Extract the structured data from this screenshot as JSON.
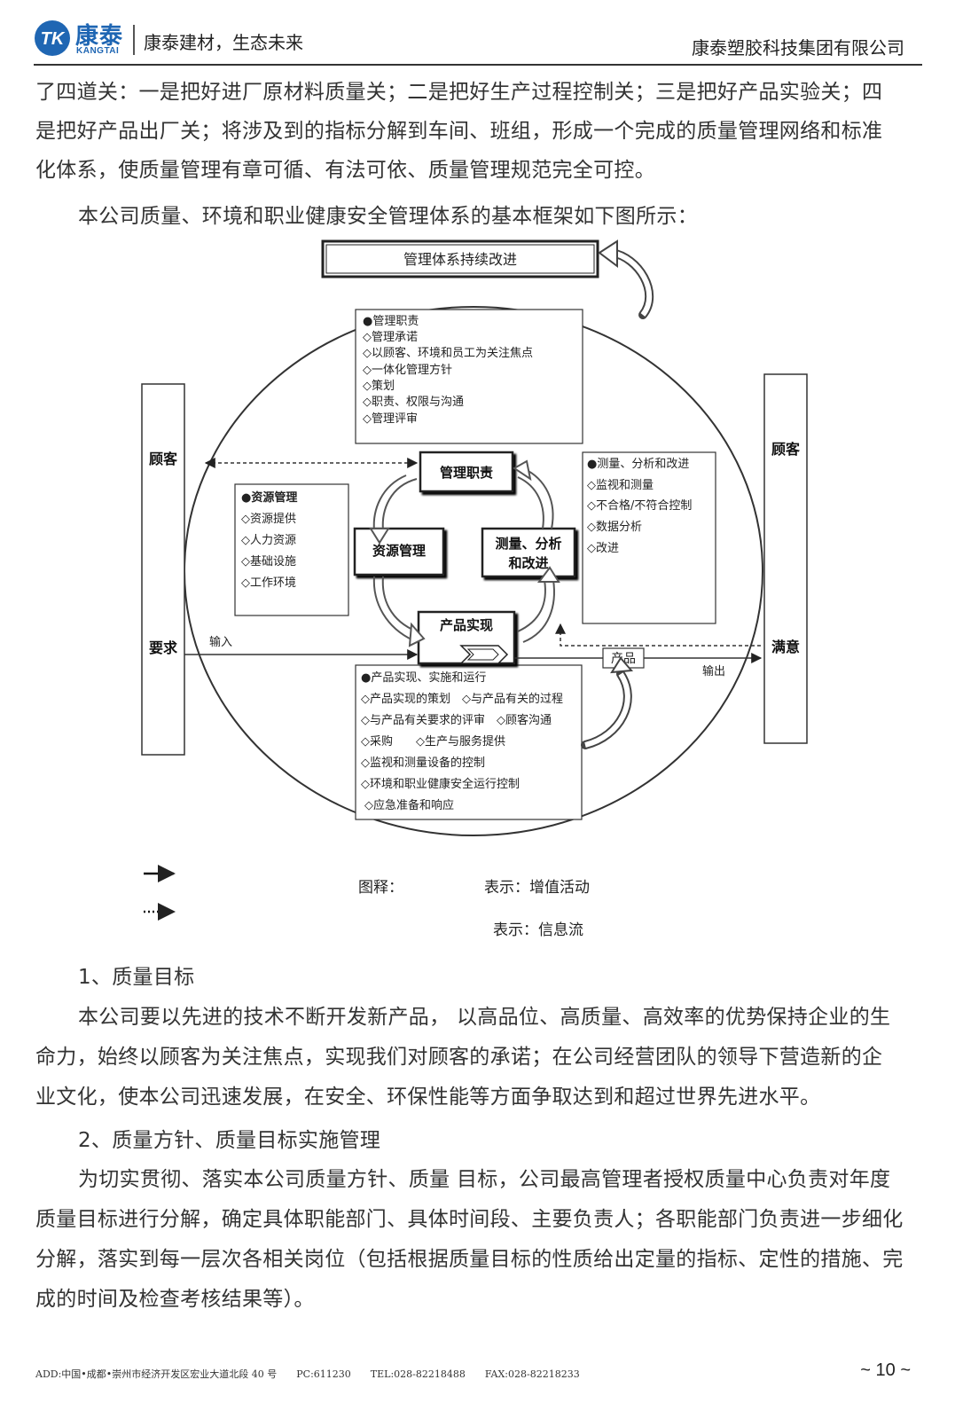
{
  "header": {
    "brand_cn": "康泰",
    "brand_en": "KANGTAI",
    "slogan": "康泰建材，生态未来",
    "company": "康泰塑胶科技集团有限公司"
  },
  "intro": {
    "line1": "了四道关：一是把好进厂原材料质量关；二是把好生产过程控制关；三是把好产品实验关；四",
    "line2": "是把好产品出厂关；将涉及到的指标分解到车间、班组，形成一个完成的质量管理网络和标准",
    "line3": "化体系，使质量管理有章可循、有法可依、质量管理规范完全可控。",
    "line4": "本公司质量、环境和职业健康安全管理体系的基本框架如下图所示："
  },
  "diagram": {
    "top_box": "管理体系持续改进",
    "left_customer": "顾客",
    "left_requirement": "要求",
    "right_customer": "顾客",
    "right_satisfaction": "满意",
    "input_label": "输入",
    "output_label": "输出",
    "product_label": "产品",
    "node_mgmt": "管理职责",
    "node_resource": "资源管理",
    "node_measure_1": "测量、分析",
    "node_measure_2": "和改进",
    "node_product": "产品实现",
    "mgmt_list": [
      "●管理职责",
      "◇管理承诺",
      "◇以顾客、环境和员工为关注焦点",
      "◇一体化管理方针",
      "◇策划",
      "◇职责、权限与沟通",
      "◇管理评审"
    ],
    "resource_list": [
      "●资源管理",
      "◇资源提供",
      "◇人力资源",
      "◇基础设施",
      "◇工作环境"
    ],
    "measure_list": [
      "●测量、分析和改进",
      "◇监视和测量",
      "◇不合格/不符合控制",
      "◇数据分析",
      "◇改进"
    ],
    "product_list": [
      "●产品实现、实施和运行",
      "◇产品实现的策划　◇与产品有关的过程",
      "◇与产品有关要求的评审　◇顾客沟通",
      "◇采购　　◇生产与服务提供",
      "◇监视和测量设备的控制",
      "◇环境和职业健康安全运行控制",
      "◇应急准备和响应"
    ]
  },
  "legend": {
    "title": "图释：",
    "solid": "表示：增值活动",
    "dotted": "表示：信息流"
  },
  "sections": {
    "h1": "1、质量目标",
    "p1_line1": "本公司要以先进的技术不断开发新产品， 以高品位、高质量、高效率的优势保持企业的生",
    "p1_line2": "命力，始终以顾客为关注焦点，实现我们对顾客的承诺；在公司经营团队的领导下营造新的企",
    "p1_line3": "业文化，使本公司迅速发展，在安全、环保性能等方面争取达到和超过世界先进水平。",
    "h2": "2、质量方针、质量目标实施管理",
    "p2_line1": "为切实贯彻、落实本公司质量方针、质量 目标，公司最高管理者授权质量中心负责对年度",
    "p2_line2": "质量目标进行分解，确定具体职能部门、具体时间段、主要负责人；各职能部门负责进一步细化",
    "p2_line3": "分解，落实到每一层次各相关岗位（包括根据质量目标的性质给出定量的指标、定性的措施、完",
    "p2_line4": "成的时间及检查考核结果等）。"
  },
  "footer": {
    "address": "ADD:中国•成都•崇州市经济开发区宏业大道北段 40 号　　PC:611230　　TEL:028-82218488　　FAX:028-82218233",
    "page": "~ 10 ~"
  }
}
